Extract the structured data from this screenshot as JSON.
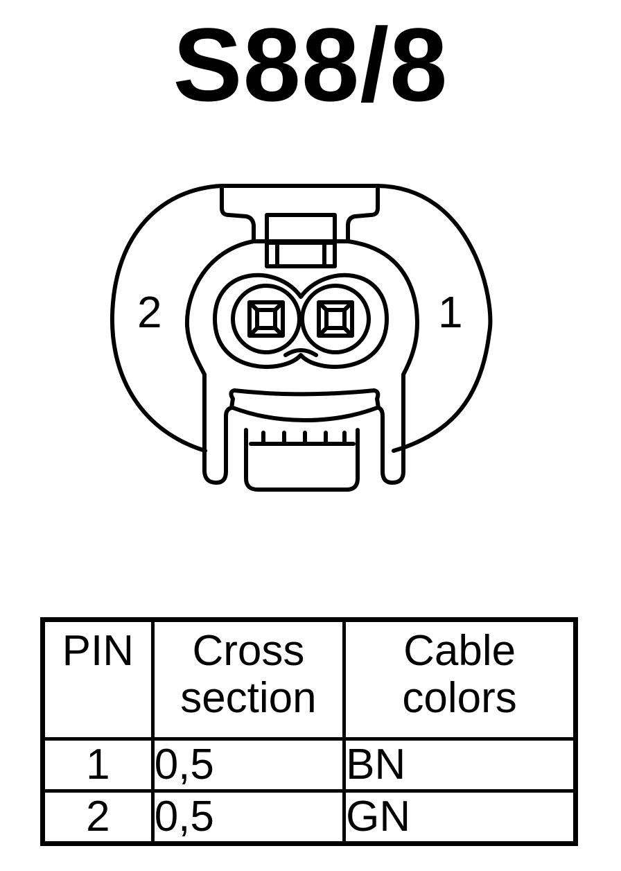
{
  "diagram": {
    "title": "S88/8",
    "pin_labels": {
      "left": "2",
      "right": "1"
    }
  },
  "table": {
    "headers": {
      "pin": "PIN",
      "cross_line1": "Cross",
      "cross_line2": "section",
      "colors_line1": "Cable",
      "colors_line2": "colors"
    },
    "rows": [
      {
        "pin": "1",
        "cross_section": "0,5",
        "cable_color": "BN"
      },
      {
        "pin": "2",
        "cross_section": "0,5",
        "cable_color": "GN"
      }
    ]
  }
}
